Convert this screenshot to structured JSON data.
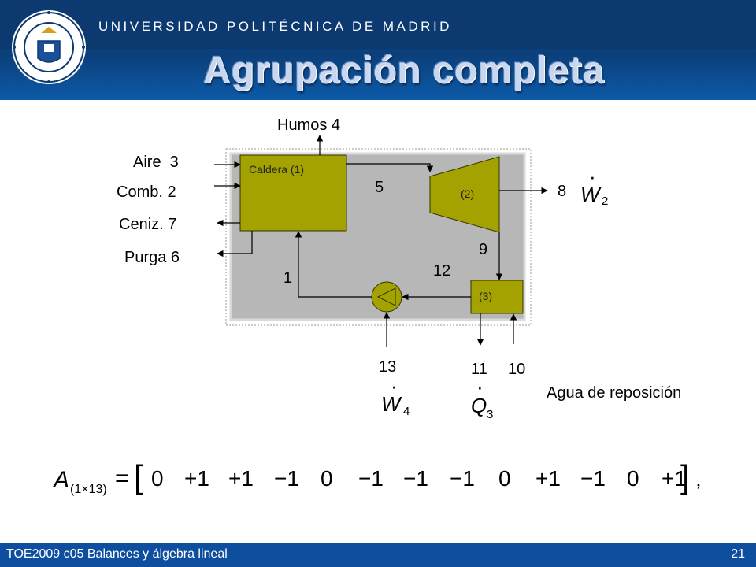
{
  "header": {
    "university": "UNIVERSIDAD POLITÉCNICA DE MADRID",
    "title": "Agrupación completa"
  },
  "diagram": {
    "boiler_label": "Caldera (1)",
    "turbine_label": "(2)",
    "condenser_label": "(3)",
    "labels": {
      "humos": "Humos 4",
      "aire": "Aire  3",
      "comb": "Comb. 2",
      "ceniz": "Ceniz. 7",
      "purga": "Purga 6",
      "s5": "5",
      "s8": "8",
      "s9": "9",
      "s12": "12",
      "s1": "1",
      "s13": "13",
      "s11": "11",
      "s10": "10",
      "agua": "Agua de reposición"
    },
    "symbols": {
      "w2_letter": "W",
      "w2_sub": "2",
      "w4_letter": "W",
      "w4_sub": "4",
      "q3_letter": "Q",
      "q3_sub": "3",
      "dot": "·"
    }
  },
  "equation": {
    "lhs_letter": "A",
    "lhs_sub": "(1×13)",
    "equals": "=",
    "values": [
      "0",
      "+1",
      "+1",
      "−1",
      "0",
      "−1",
      "−1",
      "−1",
      "0",
      "+1",
      "−1",
      "0",
      "+1"
    ],
    "trailing": ","
  },
  "footer": {
    "left": "TOE2009 c05 Balances y álgebra lineal",
    "page": "21"
  }
}
